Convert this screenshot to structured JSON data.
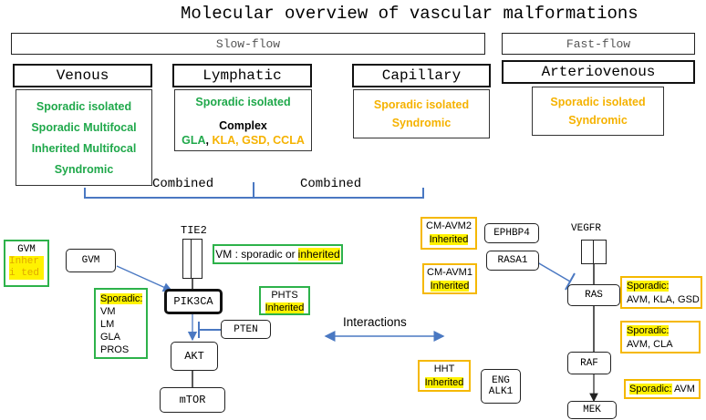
{
  "title": "Molecular overview of vascular malformations",
  "flow": {
    "slow": "Slow-flow",
    "fast": "Fast-flow"
  },
  "categories": {
    "venous": "Venous",
    "lymphatic": "Lymphatic",
    "capillary": "Capillary",
    "arteriovenous": "Arteriovenous"
  },
  "venous_items": [
    "Sporadic isolated",
    "Sporadic Multifocal",
    "Inherited Multifocal",
    "Syndromic"
  ],
  "lymphatic": {
    "item1": "Sporadic isolated",
    "complex": "Complex",
    "gla": "GLA",
    "comma": ",",
    "rest": "KLA, GSD, CCLA"
  },
  "capillary_items": [
    "Sporadic isolated",
    "Syndromic"
  ],
  "av_items": [
    "Sporadic isolated",
    "Syndromic"
  ],
  "combined": [
    "Combined",
    "Combined"
  ],
  "left": {
    "gvm_box": "GVM",
    "gvm_note_title": "GVM",
    "gvm_note_hl": "Inheri ted",
    "tie2": "TIE2",
    "vm_prefix": "VM : sporadic or ",
    "vm_hl": "inherited",
    "pik3ca": "PIK3CA",
    "sporadic": "Sporadic:",
    "sporadic_list": [
      "VM",
      "LM",
      "GLA",
      "PROS"
    ],
    "phts": "PHTS",
    "phts_hl": "Inherited",
    "pten": "PTEN",
    "akt": "AKT",
    "mtor": "mTOR"
  },
  "interactions": "Interactions",
  "right": {
    "cmavm2": "CM-AVM2",
    "cmavm2_hl": "Inherited",
    "ephb4": "EPHBP4",
    "cmavm1": "CM-AVM1",
    "cmavm1_hl": "Inherited",
    "rasa1": "RASA1",
    "vegfr": "VEGFR",
    "ras": "RAS",
    "raf": "RAF",
    "mek": "MEK",
    "hht": "HHT",
    "hht_hl": "Inherited",
    "eng": "ENG",
    "alk1": "ALK1",
    "ras_note_hl": "Sporadic:",
    "ras_note": "AVM, KLA, GSD",
    "raf_note_hl": "Sporadic:",
    "raf_note": "AVM, CLA",
    "mek_note_hl": "Sporadic:",
    "mek_note": " AVM"
  },
  "colors": {
    "green": "#1fa84a",
    "amber": "#f5b200",
    "blue": "#4a78c2",
    "highlight": "#fff200"
  }
}
